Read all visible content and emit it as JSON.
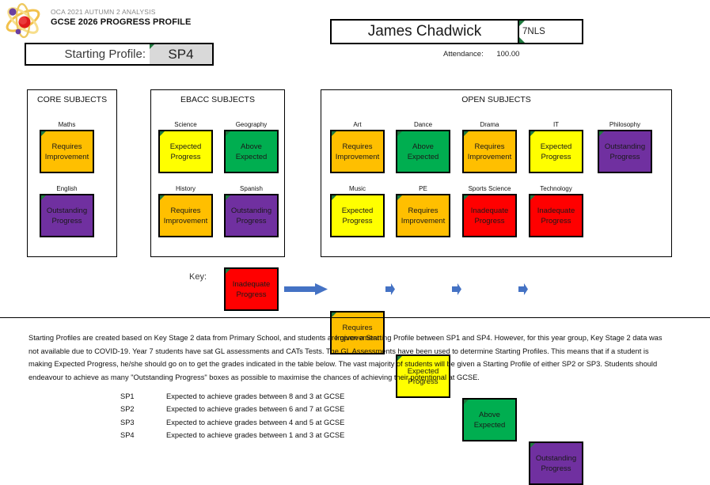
{
  "header": {
    "logo_icon": "atom-logo-icon",
    "subtitle": "OCA 2021 AUTUMN 2 ANALYSIS",
    "title": "GCSE 2026 PROGRESS PROFILE",
    "starting_profile_label": "Starting Profile:",
    "starting_profile_value": "SP4",
    "student_name": "James Chadwick",
    "form_group": "7NLS",
    "attendance_label": "Attendance:",
    "attendance_value": "100.00"
  },
  "grade_colors": {
    "inadequate": "#FF0000",
    "requires": "#FFBF00",
    "expected": "#FFFF00",
    "above": "#00AE50",
    "outstanding": "#7030A0",
    "arrow": "#4472C4"
  },
  "panels": [
    {
      "id": "core",
      "title": "CORE SUBJECTS",
      "subjects": [
        {
          "name": "Maths",
          "line1": "Requires",
          "line2": "Improvement",
          "grade": "requires"
        },
        {
          "name": "English",
          "line1": "Outstanding",
          "line2": "Progress",
          "grade": "outstanding"
        }
      ]
    },
    {
      "id": "ebacc",
      "title": "EBACC SUBJECTS",
      "subjects": [
        {
          "name": "Science",
          "line1": "Expected",
          "line2": "Progress",
          "grade": "expected"
        },
        {
          "name": "Geography",
          "line1": "Above",
          "line2": "Expected",
          "grade": "above"
        },
        {
          "name": "History",
          "line1": "Requires",
          "line2": "Improvement",
          "grade": "requires"
        },
        {
          "name": "Spanish",
          "line1": "Outstanding",
          "line2": "Progress",
          "grade": "outstanding"
        }
      ]
    },
    {
      "id": "open",
      "title": "OPEN SUBJECTS",
      "subjects": [
        {
          "name": "Art",
          "line1": "Requires",
          "line2": "Improvement",
          "grade": "requires"
        },
        {
          "name": "Dance",
          "line1": "Above",
          "line2": "Expected",
          "grade": "above"
        },
        {
          "name": "Drama",
          "line1": "Requires",
          "line2": "Improvement",
          "grade": "requires"
        },
        {
          "name": "IT",
          "line1": "Expected",
          "line2": "Progress",
          "grade": "expected"
        },
        {
          "name": "Philosophy",
          "line1": "Outstanding",
          "line2": "Progress",
          "grade": "outstanding"
        },
        {
          "name": "Music",
          "line1": "Expected",
          "line2": "Progress",
          "grade": "expected"
        },
        {
          "name": "PE",
          "line1": "Requires",
          "line2": "Improvement",
          "grade": "requires"
        },
        {
          "name": "Sports Science",
          "line1": "Inadequate",
          "line2": "Progress",
          "grade": "inadequate"
        },
        {
          "name": "Technology",
          "line1": "Inadequate",
          "line2": "Progress",
          "grade": "inadequate"
        }
      ]
    }
  ],
  "key": {
    "label": "Key:",
    "items": [
      {
        "line1": "Inadequate",
        "line2": "Progress",
        "grade": "inadequate"
      },
      {
        "line1": "Requires",
        "line2": "Improvement",
        "grade": "requires"
      },
      {
        "line1": "Expected",
        "line2": "Progress",
        "grade": "expected"
      },
      {
        "line1": "Above",
        "line2": "Expected",
        "grade": "above"
      },
      {
        "line1": "Outstanding",
        "line2": "Progress",
        "grade": "outstanding"
      }
    ]
  },
  "footer": {
    "paragraph": "Starting Profiles are created based on Key Stage 2 data from Primary School, and students are given a Starting Profile between SP1 and SP4. However, for this year group, Key Stage 2 data was not available due to COVID-19. Year 7 students have sat GL assessments and CATs Tests. The GL Assessments have been used to determine Starting Profiles. This means that if a student is making Expected Progress, he/she should go on to get the grades indicated in the table below. The vast majority of students will be given a Starting Profile of either SP2 or SP3. Students should endeavour to achieve as many \"Outstanding Progress\" boxes as possible to maximise the chances of achieving their potentional at GCSE.",
    "profile_table": [
      {
        "code": "SP1",
        "description": "Expected to achieve grades between 8 and 3 at GCSE"
      },
      {
        "code": "SP2",
        "description": "Expected to achieve grades between 6 and 7 at GCSE"
      },
      {
        "code": "SP3",
        "description": "Expected to achieve grades between 4 and 5 at GCSE"
      },
      {
        "code": "SP4",
        "description": "Expected to achieve grades between 1 and 3 at GCSE"
      }
    ]
  }
}
